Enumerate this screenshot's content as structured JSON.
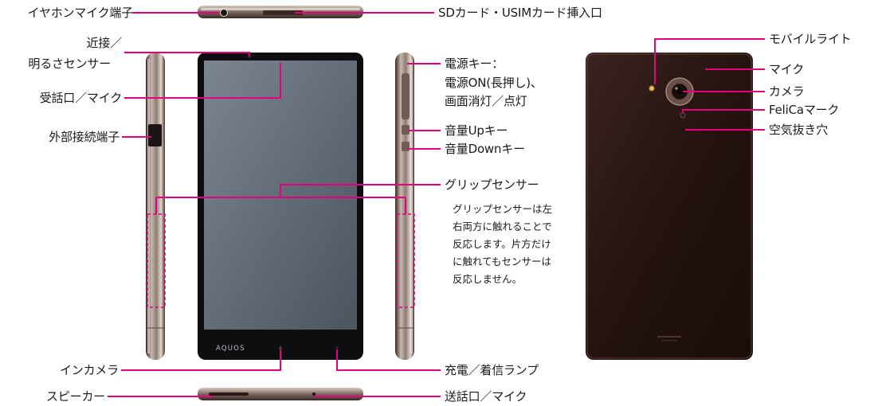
{
  "colors": {
    "accent": "#e4007f",
    "body": "#2a1a17",
    "frame": "#8c7d74",
    "screen": "#5a636b",
    "screen_border": "#0e0e10"
  },
  "left_labels": {
    "earphone": "イヤホンマイク端子",
    "proximity_line1": "近接／",
    "proximity_line2": "明るさセンサー",
    "earpiece": "受話口／マイク",
    "external": "外部接続端子",
    "in_camera": "インカメラ",
    "speaker": "スピーカー"
  },
  "right_labels": {
    "sd": "SDカード・USIMカード挿入口",
    "power_line1": "電源キー：",
    "power_line2": "電源ON(長押し)、",
    "power_line3": "画面消灯／点灯",
    "vol_up": "音量Upキー",
    "vol_down": "音量Downキー",
    "grip": "グリップセンサー",
    "grip_note": "グリップセンサーは左\n右両方に触れることで\n反応します。片方だけ\nに触れてもセンサーは\n反応しません。",
    "charge": "充電／着信ランプ",
    "mic": "送話口／マイク"
  },
  "back_labels": {
    "mobile_light": "モバイルライト",
    "mic": "マイク",
    "camera": "カメラ",
    "felica": "FeliCaマーク",
    "vent": "空気抜き穴"
  },
  "phone": {
    "brand": "AQUOS"
  }
}
